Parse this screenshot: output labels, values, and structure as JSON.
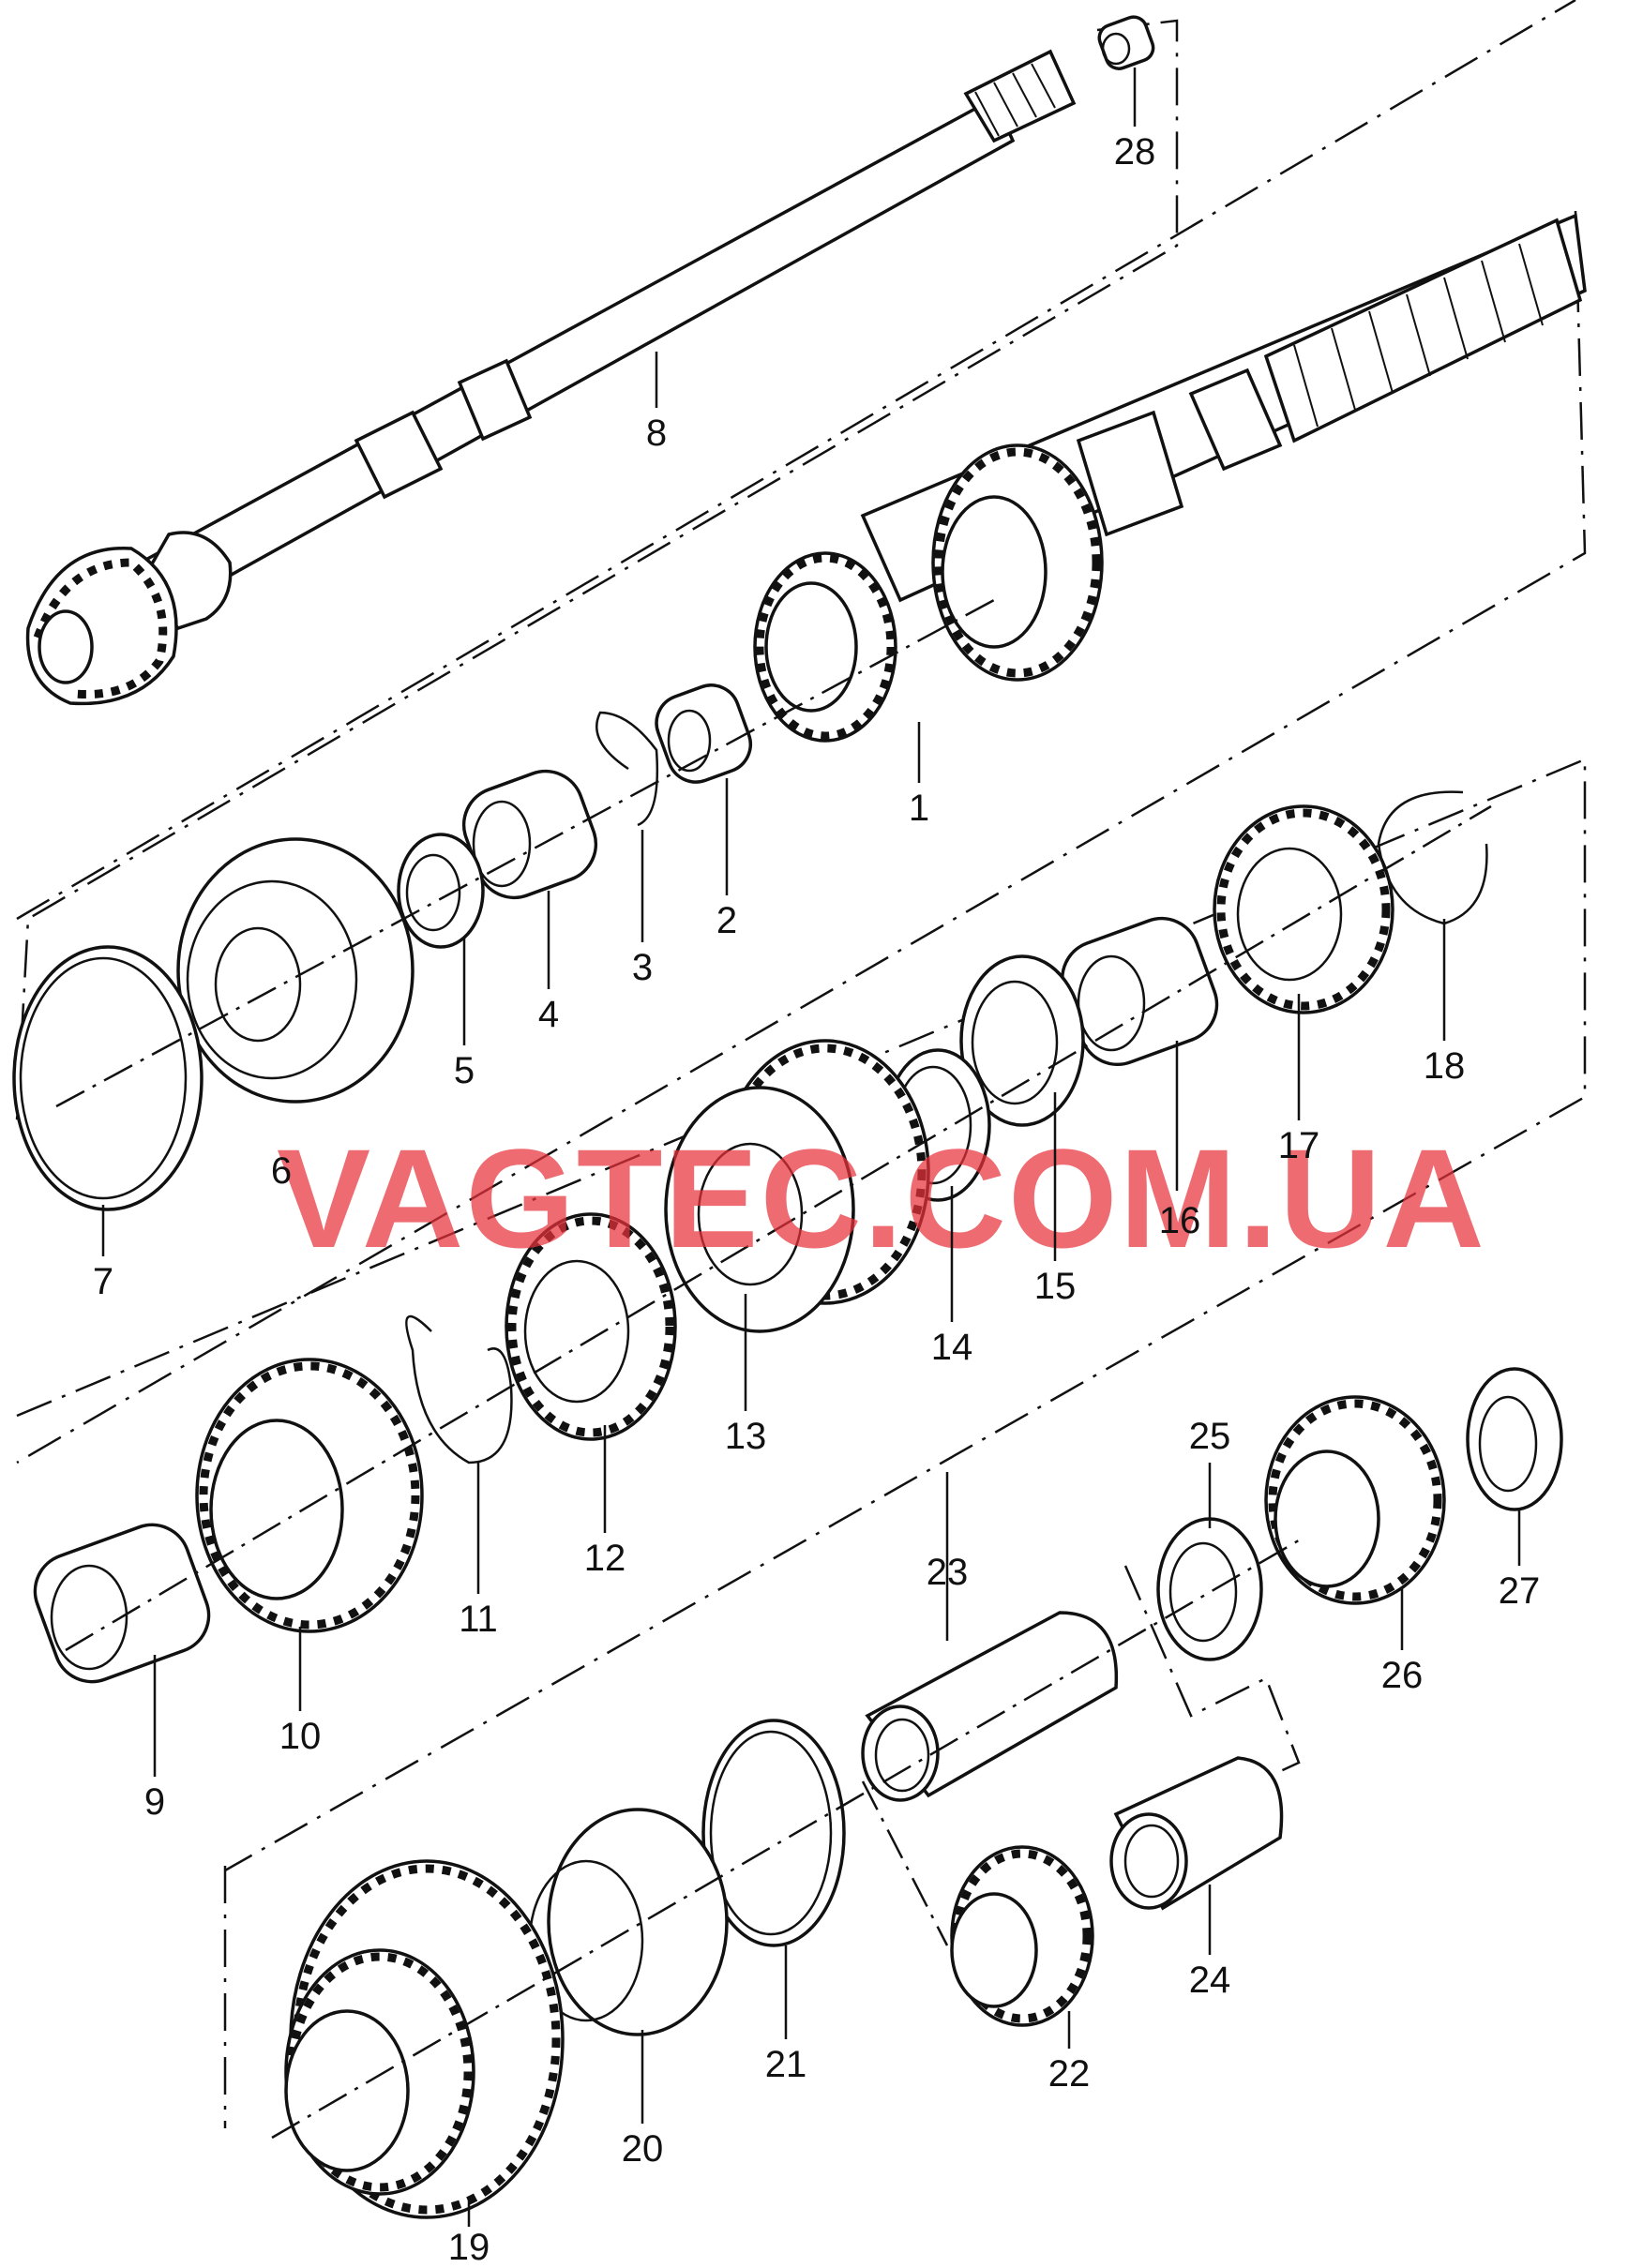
{
  "watermark": "VAGTEC.COM.UA",
  "labels": {
    "p1": "1",
    "p2": "2",
    "p3": "3",
    "p4": "4",
    "p5": "5",
    "p6": "6",
    "p7": "7",
    "p8": "8",
    "p9": "9",
    "p10": "10",
    "p11": "11",
    "p12": "12",
    "p13": "13",
    "p14": "14",
    "p15": "15",
    "p16": "16",
    "p17": "17",
    "p18": "18",
    "p19": "19",
    "p20": "20",
    "p21": "21",
    "p22": "22",
    "p23": "23",
    "p24": "24",
    "p25": "25",
    "p26": "26",
    "p27": "27",
    "p28": "28"
  },
  "colors": {
    "line": "#111111",
    "watermark": "#e8323a",
    "background": "#ffffff"
  }
}
